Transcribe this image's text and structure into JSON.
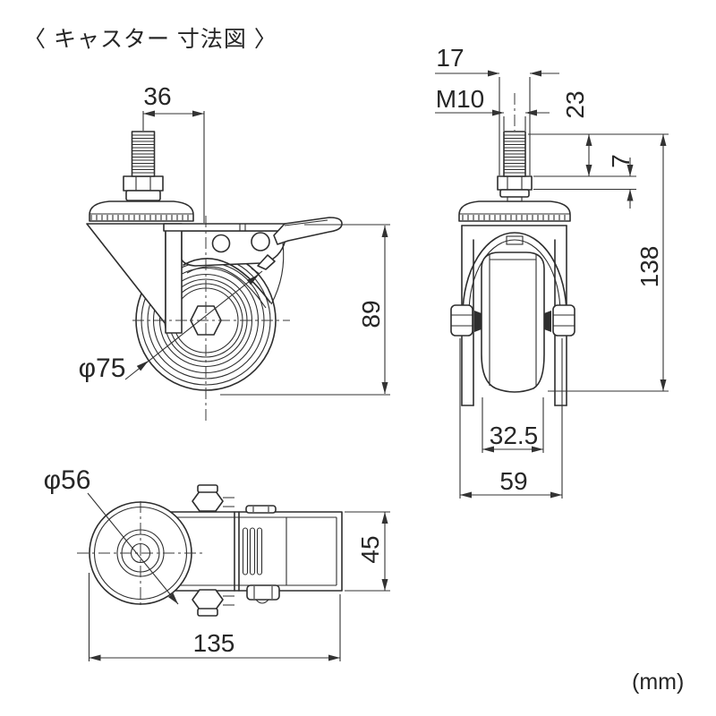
{
  "title": "〈 キャスター 寸法図 〉",
  "unit_label": "(mm)",
  "colors": {
    "line": "#2e2e2e",
    "background": "#ffffff"
  },
  "views": {
    "front": {
      "dims": {
        "stem_offset": "36",
        "mount_height": "89",
        "wheel_diameter": "φ75"
      }
    },
    "side": {
      "dims": {
        "nut_width": "17",
        "thread_size": "M10",
        "thread_length": "23",
        "nut_height": "7",
        "total_height": "138",
        "wheel_width": "32.5",
        "overall_width": "59"
      }
    },
    "top": {
      "dims": {
        "plate_diameter": "φ56",
        "bracket_width": "45",
        "overall_length": "135"
      }
    }
  }
}
